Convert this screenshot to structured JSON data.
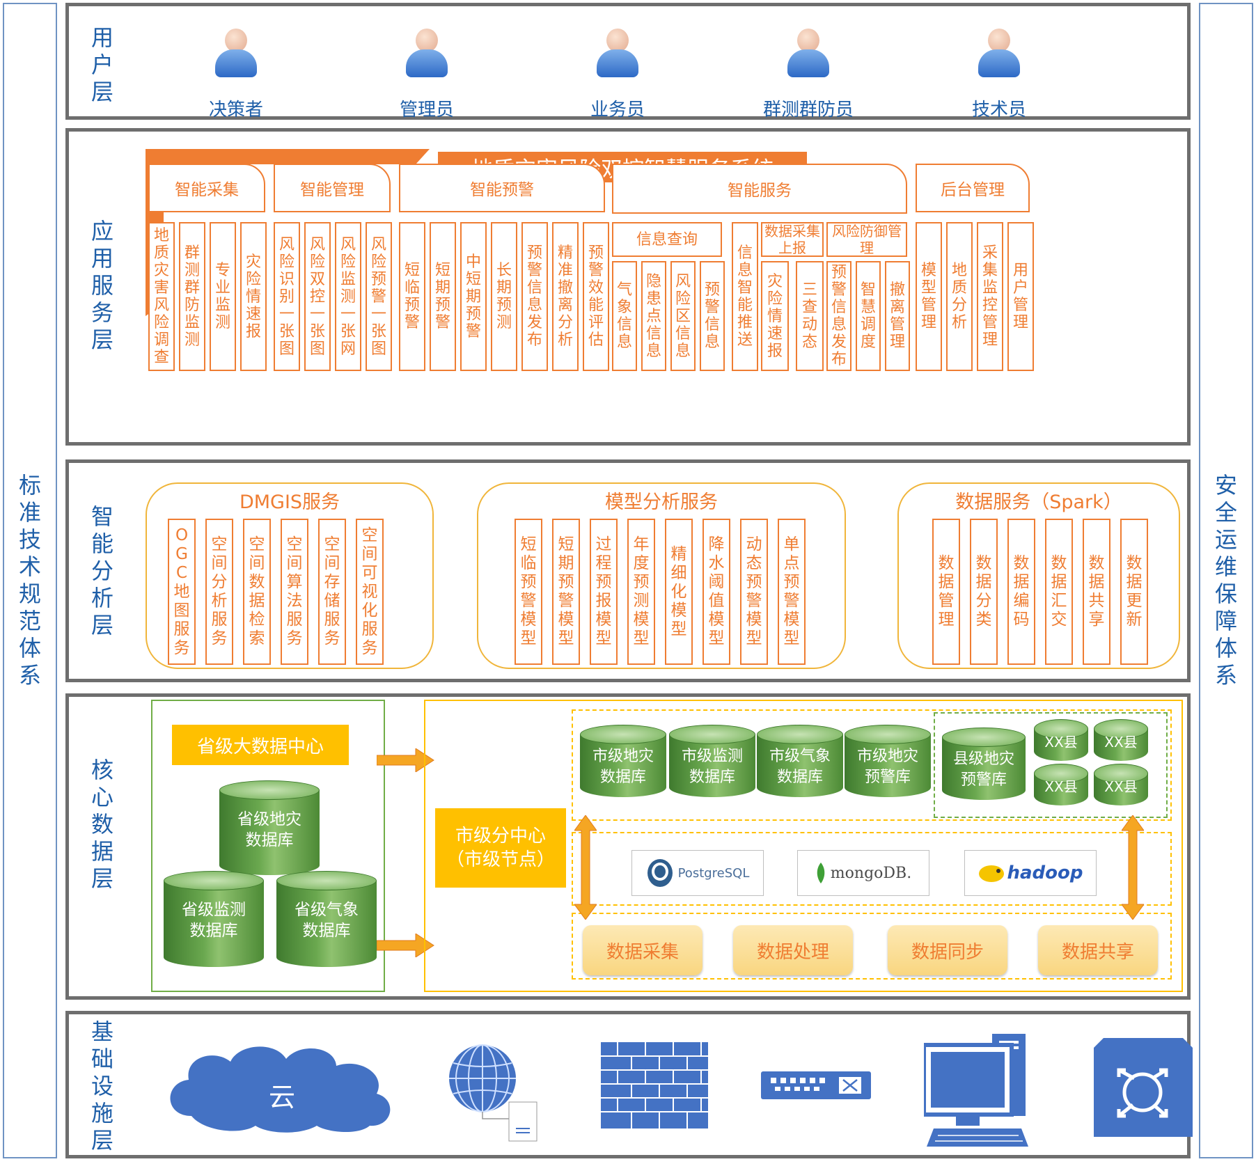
{
  "side_left": "标准技术规范体系",
  "side_right": "安全运维保障体系",
  "layers": {
    "user": "用户层",
    "app": "应用服务层",
    "analysis": "智能分析层",
    "data": "核心数据层",
    "infra": "基础设施层"
  },
  "users": [
    "决策者",
    "管理员",
    "业务员",
    "群测群防员",
    "技术员"
  ],
  "app": {
    "title": "地质灾害风险双控智慧服务系统",
    "groups": [
      {
        "name": "智能采集",
        "items": [
          "地质灾害风险调查",
          "群测群防监测",
          "专业监测",
          "灾险情速报"
        ]
      },
      {
        "name": "智能管理",
        "items": [
          "风险识别一张图",
          "风险双控一张图",
          "风险监测一张网",
          "风险预警一张图"
        ]
      },
      {
        "name": "智能预警",
        "items": [
          "短临预警",
          "短期预警",
          "中短期预警",
          "长期预测",
          "预警信息发布",
          "精准撤离分析",
          "预警效能评估"
        ]
      },
      {
        "name": "智能服务",
        "sub": [
          {
            "name": "信息查询",
            "items": [
              "气象信息",
              "隐患点信息",
              "风险区信息",
              "预警信息"
            ]
          },
          {
            "name": "",
            "items": [
              "信息智能推送"
            ]
          },
          {
            "name": "数据采集上报",
            "items": [
              "灾险情速报",
              "三查动态"
            ]
          },
          {
            "name": "风险防御管理",
            "items": [
              "预警信息发布",
              "智慧调度",
              "撤离管理"
            ]
          }
        ]
      },
      {
        "name": "后台管理",
        "items": [
          "模型管理",
          "地质分析",
          "采集监控管理",
          "用户管理"
        ]
      }
    ]
  },
  "analysis": [
    {
      "name": "DMGIS服务",
      "items": [
        "OGC地图服务",
        "空间分析服务",
        "空间数据检索",
        "空间算法服务",
        "空间存储服务",
        "空间可视化服务"
      ]
    },
    {
      "name": "模型分析服务",
      "items": [
        "短临预警模型",
        "短期预警模型",
        "过程预报模型",
        "年度预测模型",
        "精细化模型",
        "降水阈值模型",
        "动态预警模型",
        "单点预警模型"
      ]
    },
    {
      "name": "数据服务（Spark）",
      "items": [
        "数据管理",
        "数据分类",
        "数据编码",
        "数据汇交",
        "数据共享",
        "数据更新"
      ]
    }
  ],
  "core": {
    "province_center": "省级大数据中心",
    "province_dbs": [
      "省级地灾\n数据库",
      "省级监测\n数据库",
      "省级气象\n数据库"
    ],
    "city_center": "市级分中心\n（市级节点）",
    "city_dbs": [
      "市级地灾\n数据库",
      "市级监测\n数据库",
      "市级气象\n数据库",
      "市级地灾\n预警库"
    ],
    "county_db": "县级地灾\n预警库",
    "counties": [
      "XX县",
      "XX县",
      "XX县",
      "XX县"
    ],
    "tech": [
      "PostgreSQL",
      "mongoDB.",
      "hadoop"
    ],
    "ops": [
      "数据采集",
      "数据处理",
      "数据同步",
      "数据共享"
    ]
  },
  "infra": {
    "cloud": "云"
  }
}
